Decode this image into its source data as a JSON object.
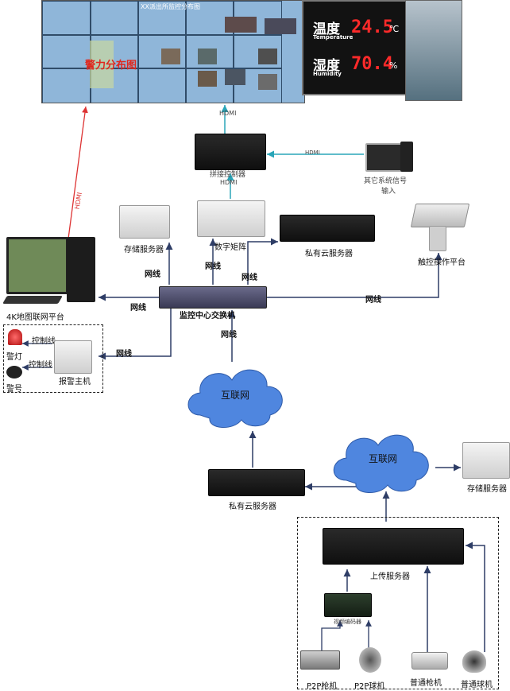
{
  "wall": {
    "title": "警力分布图",
    "tiny_caption": "XX派出所监控分布图"
  },
  "sensor": {
    "temp_cn": "温度",
    "temp_en": "Temperature",
    "temp_value": "24.5",
    "temp_unit": "℃",
    "hum_cn": "湿度",
    "hum_en": "Humidity",
    "hum_value": "70.4",
    "hum_unit": "%"
  },
  "labels": {
    "hdmi_top": "HDMI",
    "hdmi_side": "HDMI",
    "splicer": "拼接控制器",
    "splicer_hdmi": "HDMI",
    "other_input_1": "其它系统信号",
    "other_input_2": "输入",
    "storage_top": "存储服务器",
    "matrix": "数字矩阵",
    "private_cloud_top": "私有云服务器",
    "touch": "触控操作平台",
    "map_platform": "4K地图联网平台",
    "switch": "监控中心交换机",
    "alarm_light": "警灯",
    "alarm_horn": "警号",
    "alarm_host": "报警主机",
    "control_line_1": "控制线",
    "control_line_2": "控制线",
    "internet_1": "互联网",
    "internet_2": "互联网",
    "private_cloud_bottom": "私有云服务器",
    "storage_bottom": "存储服务器",
    "upload_server": "上传服务器",
    "encoder": "视频编码器",
    "p2p_bullet": "P2P枪机",
    "p2p_dome": "P2P球机",
    "normal_bullet": "普通枪机",
    "normal_dome": "普通球机",
    "hdmi_vertical": "HDMI",
    "net_1": "网线",
    "net_2": "网线",
    "net_3": "网线",
    "net_4": "网线",
    "net_5": "网线",
    "net_6": "网线",
    "net_7": "网线"
  }
}
